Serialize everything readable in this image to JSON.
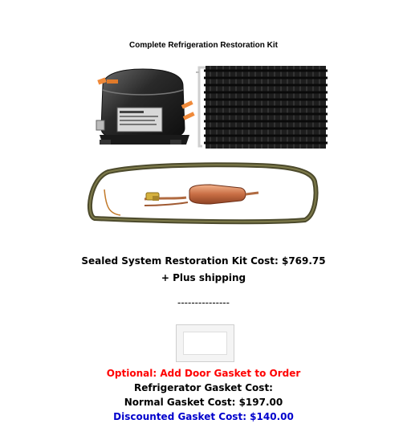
{
  "kit": {
    "title": "Complete Refrigeration Restoration Kit",
    "image_label": "Compressor, condenser coil, filter drier and process tubing"
  },
  "pricing": {
    "kit_cost": "Sealed System Restoration Kit Cost: $769.75",
    "shipping": "+ Plus shipping",
    "divider": "---------------"
  },
  "gasket": {
    "optional_label": "Optional: Add Door Gasket to Order",
    "header": "Refrigerator Gasket Cost:",
    "normal_cost": "Normal Gasket Cost: $197.00",
    "discounted_cost": "Discounted Gasket Cost: $140.00"
  },
  "colors": {
    "optional": "#ff0000",
    "discounted": "#0000cc"
  }
}
